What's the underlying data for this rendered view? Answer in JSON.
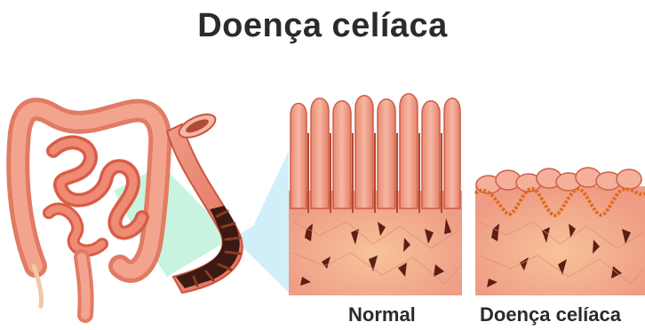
{
  "title": "Doença celíaca",
  "captions": {
    "normal": "Normal",
    "celiac": "Doença celíaca"
  },
  "colors": {
    "tissue": "#f2a08a",
    "tissue_dark": "#d9624b",
    "villus": "#f5b09c",
    "lumen": "#3a1a12",
    "zoom_green": "#b7efd7",
    "zoom_blue": "#c9ecf7",
    "inflamed_border": "#e06a1c",
    "text": "#2b2b2b"
  }
}
